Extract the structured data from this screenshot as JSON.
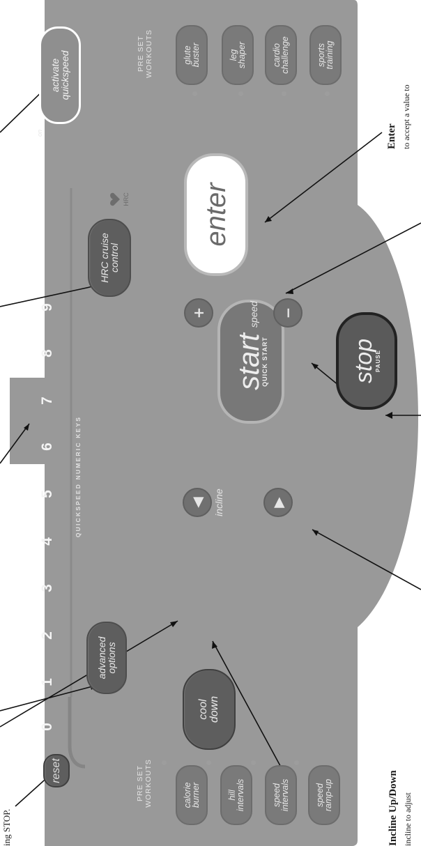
{
  "panel": {
    "bg_color": "#999999",
    "dark_button_color": "#5e5e5e",
    "workout_button_color": "#7a7a7a"
  },
  "left": {
    "reset_label": "reset",
    "preset_label": "PRE SET\nWORKOUTS",
    "workouts": [
      "calorie\nburner",
      "hill\nintervals",
      "speed\nintervals",
      "speed\nramp-up"
    ]
  },
  "numeric": {
    "keys": [
      "0",
      "1",
      "2",
      "3",
      "4",
      "5",
      "6",
      "7",
      "8",
      "9"
    ],
    "label": "QUICKSPEED NUMERIC KEYS"
  },
  "buttons": {
    "advanced_options": "advanced\noptions",
    "cool_down": "cool\ndown",
    "hrc_cruise": "HRC cruise\ncontrol",
    "hrc_logo_text": "HRC",
    "start": "start",
    "quick_start": "QUICK START",
    "stop": "stop",
    "pause": "PAUSE",
    "enter": "enter",
    "activate_quickspeed": "activate\nquickspeed",
    "on_label": "on"
  },
  "incline": {
    "label": "incline",
    "up_icon": "triangle-up-icon",
    "down_icon": "triangle-down-icon"
  },
  "speed": {
    "label": "speed",
    "plus": "+",
    "minus": "−"
  },
  "right": {
    "preset_label": "PRE SET\nWORKOUTS",
    "workouts": [
      "glute\nbuster",
      "leg\nshaper",
      "cardio\nchallenge",
      "sports\ntraining"
    ]
  },
  "captions": {
    "incline_title": "Incline Up/Down",
    "incline_sub": "incline to adjust",
    "enter_title": "Enter",
    "enter_sub": "to accept a value to",
    "top_left": "ing STOP."
  }
}
